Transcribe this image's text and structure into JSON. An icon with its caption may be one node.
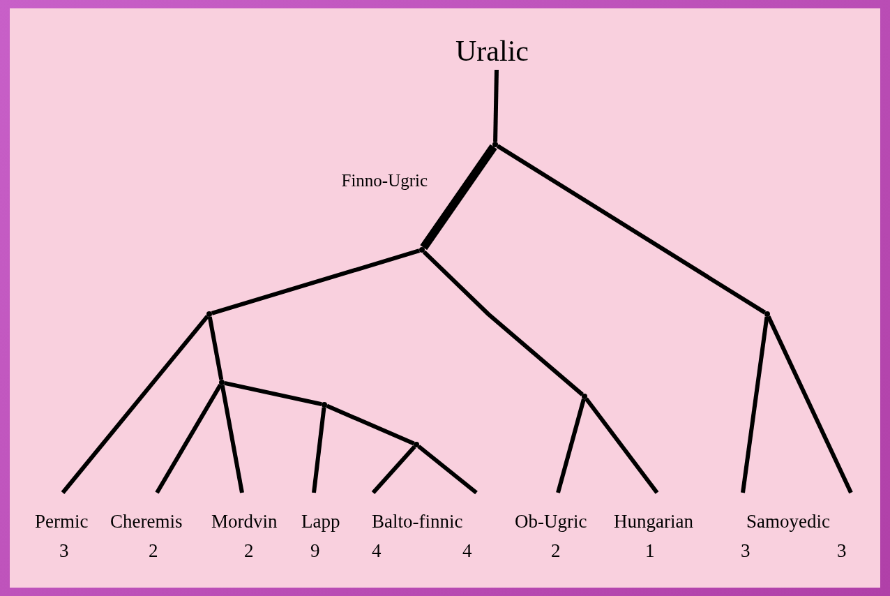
{
  "diagram": {
    "nodes": [
      {
        "text": [
          "Uralic"
        ]
      },
      {
        "text": [],
        "shape": "point"
      },
      {
        "text": [],
        "shape": "point"
      },
      {
        "text": [],
        "shape": "point"
      },
      {
        "text": [],
        "shape": "point"
      },
      {
        "text": [],
        "shape": "point"
      },
      {
        "text": [],
        "shape": "point"
      },
      {
        "text": [],
        "shape": "point"
      },
      {
        "text": [],
        "shape": "point"
      },
      {
        "text": [
          "Permic"
        ],
        "beside": [
          "3"
        ]
      },
      {
        "text": [
          "Cheremis"
        ],
        "beside": [
          "2"
        ]
      },
      {
        "text": [
          "Mordvin"
        ],
        "beside": [
          "2"
        ]
      },
      {
        "text": [
          "Lapp"
        ],
        "beside": [
          "9"
        ]
      },
      {
        "text": [
          "Balto-finnic"
        ],
        "beside": [
          "4",
          "4"
        ]
      },
      {
        "text": [
          "Ob-Ugric"
        ],
        "beside": [
          "2"
        ]
      },
      {
        "text": [
          "Hungarian"
        ],
        "beside": [
          "1"
        ]
      },
      {
        "text": [
          "Samoyedic"
        ],
        "beside": [
          "3",
          "3"
        ]
      }
    ],
    "edges": [
      {
        "from": 0,
        "to": 1,
        "arrow": "none"
      },
      {
        "from": 1,
        "to": 2,
        "arrow": "none",
        "label": "Finno-Ugric",
        "style": "thick"
      },
      {
        "from": 1,
        "to": 8,
        "arrow": "none"
      },
      {
        "from": 2,
        "to": 3,
        "arrow": "none"
      },
      {
        "from": 2,
        "to": 7,
        "arrow": "none"
      },
      {
        "from": 3,
        "to": 9,
        "arrow": "none"
      },
      {
        "from": 3,
        "to": 4,
        "arrow": "none"
      },
      {
        "from": 4,
        "to": 10,
        "arrow": "none"
      },
      {
        "from": 4,
        "to": 11,
        "arrow": "none"
      },
      {
        "from": 4,
        "to": 5,
        "arrow": "none"
      },
      {
        "from": 5,
        "to": 12,
        "arrow": "none"
      },
      {
        "from": 5,
        "to": 6,
        "arrow": "none"
      },
      {
        "from": 6,
        "to": 13,
        "arrow": "none"
      },
      {
        "from": 6,
        "to": 13,
        "arrow": "none"
      },
      {
        "from": 7,
        "to": 14,
        "arrow": "none"
      },
      {
        "from": 7,
        "to": 15,
        "arrow": "none"
      },
      {
        "from": 8,
        "to": 16,
        "arrow": "none"
      },
      {
        "from": 8,
        "to": 16,
        "arrow": "none"
      }
    ]
  }
}
